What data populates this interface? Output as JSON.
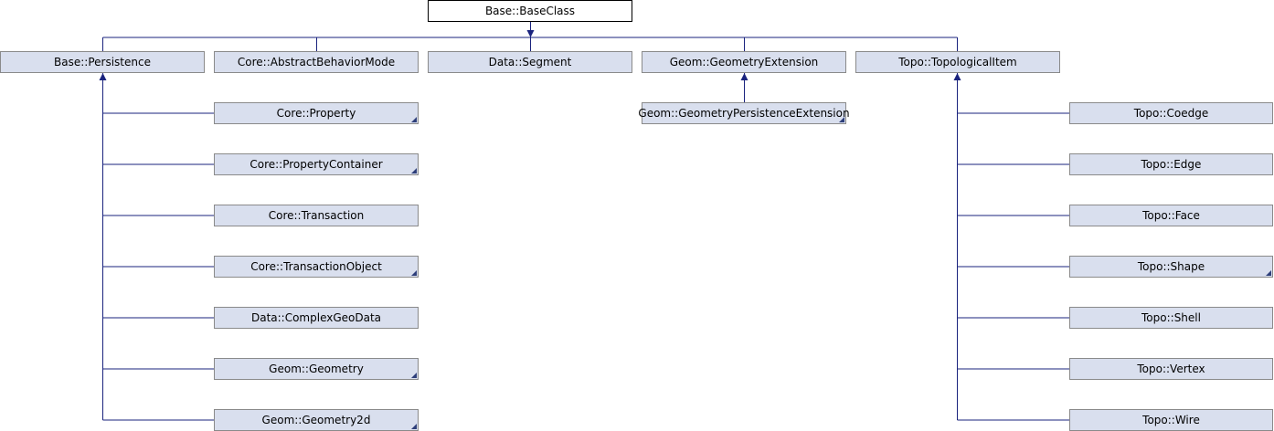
{
  "root": "Base::BaseClass",
  "level1": {
    "persistence": "Base::Persistence",
    "abstract_behavior_mode": "Core::AbstractBehaviorMode",
    "segment": "Data::Segment",
    "geometry_extension": "Geom::GeometryExtension",
    "topological_item": "Topo::TopologicalItem"
  },
  "persistence_children": [
    "Core::Property",
    "Core::PropertyContainer",
    "Core::Transaction",
    "Core::TransactionObject",
    "Data::ComplexGeoData",
    "Geom::Geometry",
    "Geom::Geometry2d"
  ],
  "geometry_extension_children": [
    "Geom::GeometryPersistenceExtension"
  ],
  "topological_item_children": [
    "Topo::Coedge",
    "Topo::Edge",
    "Topo::Face",
    "Topo::Shape",
    "Topo::Shell",
    "Topo::Vertex",
    "Topo::Wire"
  ],
  "colors": {
    "node_fill": "#d9dfee",
    "node_border": "#8a8a8a",
    "edge": "#1a237e",
    "fold_marker": "#2e3f7a"
  }
}
